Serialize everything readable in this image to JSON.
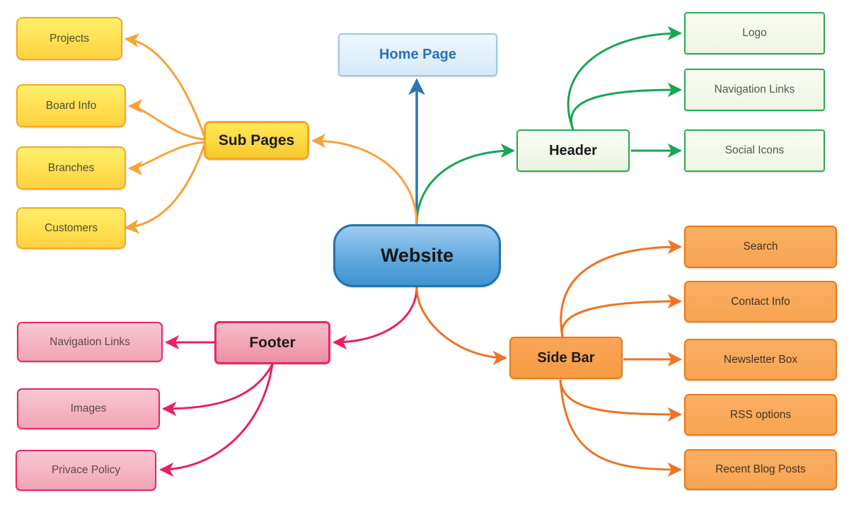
{
  "palette": {
    "blue-line": "#2E75B6",
    "green-line": "#17A653",
    "orange-light-line": "#F7A237",
    "orange-dark-line": "#EF7322",
    "pink-line": "#EC1E63",
    "center-border": "#2272AC",
    "home-text": "#2B6FB8",
    "green-border": "#2BAB4F",
    "yellow-border": "#F6A71F",
    "orange-border": "#E87B1E",
    "pink-border": "#EA2765"
  },
  "nodes": {
    "website": {
      "label": "Website"
    },
    "home": {
      "label": "Home Page"
    },
    "header": {
      "label": "Header",
      "children": [
        "Logo",
        "Navigation Links",
        "Social Icons"
      ]
    },
    "sub_pages": {
      "label": "Sub Pages",
      "children": [
        "Projects",
        "Board Info",
        "Branches",
        "Customers"
      ]
    },
    "side_bar": {
      "label": "Side Bar",
      "children": [
        "Search",
        "Contact Info",
        "Newsletter Box",
        "RSS options",
        "Recent Blog Posts"
      ]
    },
    "footer": {
      "label": "Footer",
      "children": [
        "Navigation Links",
        "Images",
        "Privace Policy"
      ]
    }
  }
}
